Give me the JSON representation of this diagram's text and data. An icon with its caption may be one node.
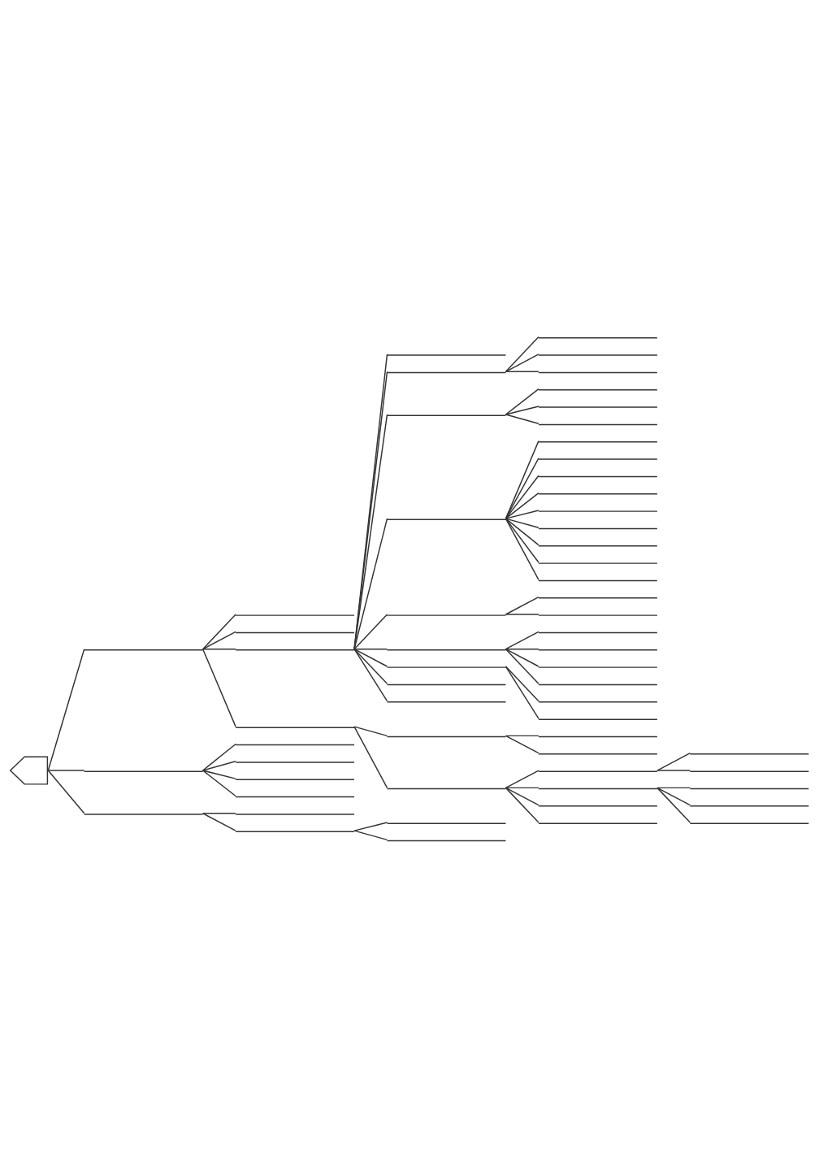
{
  "diagram": {
    "nodes": [
      {
        "text": [],
        "shape": "pentagon"
      },
      {
        "text": [],
        "shape": "line"
      },
      {
        "text": [],
        "shape": "line"
      },
      {
        "text": [],
        "shape": "line"
      },
      {
        "text": [],
        "shape": "line"
      },
      {
        "text": [],
        "shape": "line"
      },
      {
        "text": [],
        "shape": "line"
      },
      {
        "text": [],
        "shape": "line"
      },
      {
        "text": [],
        "shape": "line"
      },
      {
        "text": [],
        "shape": "line"
      },
      {
        "text": [],
        "shape": "line"
      },
      {
        "text": [],
        "shape": "line"
      },
      {
        "text": [],
        "shape": "line"
      },
      {
        "text": [],
        "shape": "line"
      },
      {
        "text": [],
        "shape": "line"
      },
      {
        "text": [],
        "shape": "line"
      },
      {
        "text": [],
        "shape": "line"
      },
      {
        "text": [],
        "shape": "line"
      },
      {
        "text": [],
        "shape": "line"
      },
      {
        "text": [],
        "shape": "line"
      },
      {
        "text": [],
        "shape": "line"
      },
      {
        "text": [],
        "shape": "line"
      },
      {
        "text": [],
        "shape": "line"
      },
      {
        "text": [],
        "shape": "line"
      },
      {
        "text": [],
        "shape": "line"
      },
      {
        "text": [],
        "shape": "line"
      },
      {
        "text": [],
        "shape": "line"
      },
      {
        "text": [],
        "shape": "line"
      },
      {
        "text": [],
        "shape": "line"
      },
      {
        "text": [],
        "shape": "line"
      },
      {
        "text": [],
        "shape": "line"
      },
      {
        "text": [],
        "shape": "line"
      },
      {
        "text": [],
        "shape": "line"
      },
      {
        "text": [],
        "shape": "line"
      },
      {
        "text": [],
        "shape": "line"
      },
      {
        "text": [],
        "shape": "line"
      },
      {
        "text": [],
        "shape": "line"
      },
      {
        "text": [],
        "shape": "line"
      },
      {
        "text": [],
        "shape": "line"
      },
      {
        "text": [],
        "shape": "line"
      },
      {
        "text": [],
        "shape": "line"
      },
      {
        "text": [],
        "shape": "line"
      },
      {
        "text": [],
        "shape": "line"
      },
      {
        "text": [],
        "shape": "line"
      },
      {
        "text": [],
        "shape": "line"
      },
      {
        "text": [],
        "shape": "line"
      },
      {
        "text": [],
        "shape": "line"
      },
      {
        "text": [],
        "shape": "line"
      },
      {
        "text": [],
        "shape": "line"
      },
      {
        "text": [],
        "shape": "line"
      },
      {
        "text": [],
        "shape": "line"
      },
      {
        "text": [],
        "shape": "line"
      },
      {
        "text": [],
        "shape": "line"
      },
      {
        "text": [],
        "shape": "line"
      },
      {
        "text": [],
        "shape": "line"
      },
      {
        "text": [],
        "shape": "line"
      },
      {
        "text": [],
        "shape": "line"
      },
      {
        "text": [],
        "shape": "line"
      },
      {
        "text": [],
        "shape": "line"
      },
      {
        "text": [],
        "shape": "line"
      },
      {
        "text": [],
        "shape": "line"
      }
    ],
    "edges": [
      {
        "from": 0,
        "to": 1,
        "arrow": "none"
      },
      {
        "from": 1,
        "to": 2,
        "arrow": "none"
      },
      {
        "from": 1,
        "to": 3,
        "arrow": "none"
      },
      {
        "from": 1,
        "to": 4,
        "arrow": "none"
      },
      {
        "from": 4,
        "to": 5,
        "arrow": "none"
      },
      {
        "from": 4,
        "to": 6,
        "arrow": "none"
      },
      {
        "from": 6,
        "to": 7,
        "arrow": "none"
      },
      {
        "from": 6,
        "to": 8,
        "arrow": "none"
      },
      {
        "from": 6,
        "to": 9,
        "arrow": "none"
      },
      {
        "from": 4,
        "to": 10,
        "arrow": "none"
      },
      {
        "from": 10,
        "to": 11,
        "arrow": "none"
      },
      {
        "from": 10,
        "to": 12,
        "arrow": "none"
      },
      {
        "from": 10,
        "to": 13,
        "arrow": "none"
      },
      {
        "from": 4,
        "to": 14,
        "arrow": "none"
      },
      {
        "from": 14,
        "to": 15,
        "arrow": "none"
      },
      {
        "from": 14,
        "to": 16,
        "arrow": "none"
      },
      {
        "from": 14,
        "to": 17,
        "arrow": "none"
      },
      {
        "from": 14,
        "to": 18,
        "arrow": "none"
      },
      {
        "from": 14,
        "to": 19,
        "arrow": "none"
      },
      {
        "from": 14,
        "to": 20,
        "arrow": "none"
      },
      {
        "from": 14,
        "to": 21,
        "arrow": "none"
      },
      {
        "from": 14,
        "to": 22,
        "arrow": "none"
      },
      {
        "from": 14,
        "to": 23,
        "arrow": "none"
      },
      {
        "from": 4,
        "to": 24,
        "arrow": "none"
      },
      {
        "from": 24,
        "to": 25,
        "arrow": "none"
      },
      {
        "from": 24,
        "to": 26,
        "arrow": "none"
      },
      {
        "from": 4,
        "to": 27,
        "arrow": "none"
      },
      {
        "from": 27,
        "to": 28,
        "arrow": "none"
      },
      {
        "from": 27,
        "to": 29,
        "arrow": "none"
      },
      {
        "from": 27,
        "to": 30,
        "arrow": "none"
      },
      {
        "from": 27,
        "to": 31,
        "arrow": "none"
      },
      {
        "from": 4,
        "to": 32,
        "arrow": "none"
      },
      {
        "from": 32,
        "to": 33,
        "arrow": "none"
      },
      {
        "from": 32,
        "to": 34,
        "arrow": "none"
      },
      {
        "from": 4,
        "to": 35,
        "arrow": "none"
      },
      {
        "from": 4,
        "to": 36,
        "arrow": "none"
      },
      {
        "from": 1,
        "to": 37,
        "arrow": "none"
      },
      {
        "from": 37,
        "to": 38,
        "arrow": "none"
      },
      {
        "from": 38,
        "to": 39,
        "arrow": "none"
      },
      {
        "from": 38,
        "to": 40,
        "arrow": "none"
      },
      {
        "from": 37,
        "to": 41,
        "arrow": "none"
      },
      {
        "from": 41,
        "to": 42,
        "arrow": "none"
      },
      {
        "from": 42,
        "to": 43,
        "arrow": "none"
      },
      {
        "from": 42,
        "to": 44,
        "arrow": "none"
      },
      {
        "from": 41,
        "to": 45,
        "arrow": "none"
      },
      {
        "from": 45,
        "to": 46,
        "arrow": "none"
      },
      {
        "from": 45,
        "to": 47,
        "arrow": "none"
      },
      {
        "from": 45,
        "to": 48,
        "arrow": "none"
      },
      {
        "from": 41,
        "to": 49,
        "arrow": "none"
      },
      {
        "from": 41,
        "to": 50,
        "arrow": "none"
      },
      {
        "from": 0,
        "to": 51,
        "arrow": "none"
      },
      {
        "from": 51,
        "to": 52,
        "arrow": "none"
      },
      {
        "from": 51,
        "to": 53,
        "arrow": "none"
      },
      {
        "from": 51,
        "to": 54,
        "arrow": "none"
      },
      {
        "from": 51,
        "to": 55,
        "arrow": "none"
      },
      {
        "from": 0,
        "to": 56,
        "arrow": "none"
      },
      {
        "from": 56,
        "to": 57,
        "arrow": "none"
      },
      {
        "from": 56,
        "to": 58,
        "arrow": "none"
      },
      {
        "from": 58,
        "to": 59,
        "arrow": "none"
      },
      {
        "from": 58,
        "to": 60,
        "arrow": "none"
      }
    ]
  }
}
